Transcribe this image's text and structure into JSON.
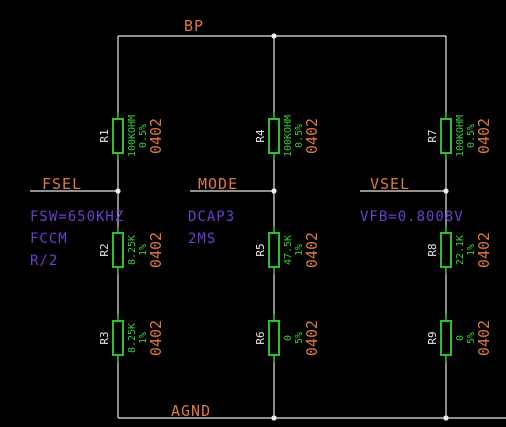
{
  "nets": {
    "top": "BP",
    "bottom": "AGND",
    "left": "FSEL",
    "middle": "MODE",
    "right": "VSEL"
  },
  "resistors": [
    {
      "ref": "R1",
      "value": "100KOHM",
      "tolerance": "0.5%",
      "package": "0402"
    },
    {
      "ref": "R2",
      "value": "8.25K",
      "tolerance": "1%",
      "package": "0402"
    },
    {
      "ref": "R3",
      "value": "8.25K",
      "tolerance": "1%",
      "package": "0402"
    },
    {
      "ref": "R4",
      "value": "100KOHM",
      "tolerance": "0.5%",
      "package": "0402"
    },
    {
      "ref": "R5",
      "value": "47.5K",
      "tolerance": "1%",
      "package": "0402"
    },
    {
      "ref": "R6",
      "value": "0",
      "tolerance": "5%",
      "package": "0402"
    },
    {
      "ref": "R7",
      "value": "100KOHM",
      "tolerance": "0.5%",
      "package": "0402"
    },
    {
      "ref": "R8",
      "value": "22.1K",
      "tolerance": "1%",
      "package": "0402"
    },
    {
      "ref": "R9",
      "value": "0",
      "tolerance": "5%",
      "package": "0402"
    }
  ],
  "notes": {
    "fsel": [
      "FSW=650KHZ",
      "FCCM",
      "R/2"
    ],
    "mode": [
      "DCAP3",
      "2MS"
    ],
    "vsel": [
      "VFB=0.8008V"
    ]
  },
  "colors": {
    "background": "#000000",
    "wire": "#e6e6e6",
    "component": "#2fbf2f",
    "net_label": "#e0783c",
    "note": "#6a3fd0"
  }
}
